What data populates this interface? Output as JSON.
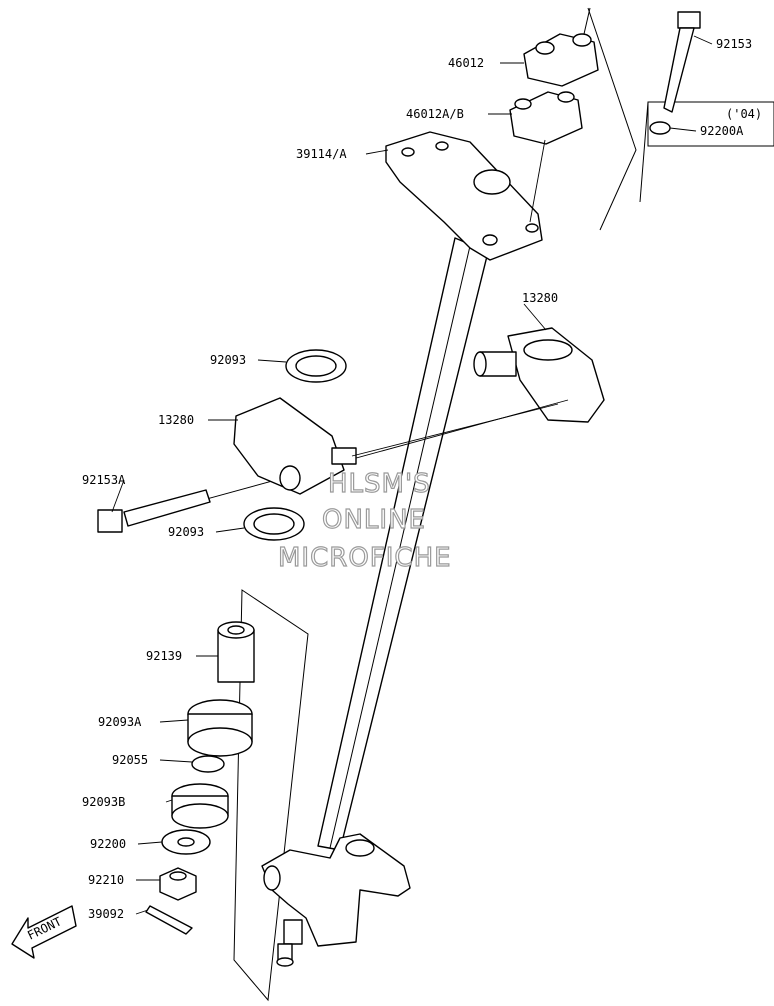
{
  "watermark": {
    "line1": "HLSM'S",
    "line2": "ONLINE",
    "line3": "MICROFICHE"
  },
  "front_badge": "FRONT",
  "year_note": "('04)",
  "parts": [
    {
      "id": "46012",
      "label": "46012"
    },
    {
      "id": "46012ab",
      "label": "46012A/B"
    },
    {
      "id": "39114a",
      "label": "39114/A"
    },
    {
      "id": "92153",
      "label": "92153"
    },
    {
      "id": "92200a",
      "label": "92200A"
    },
    {
      "id": "13280-right",
      "label": "13280"
    },
    {
      "id": "92093-top",
      "label": "92093"
    },
    {
      "id": "13280-left",
      "label": "13280"
    },
    {
      "id": "92153a",
      "label": "92153A"
    },
    {
      "id": "92093-bottom",
      "label": "92093"
    },
    {
      "id": "92139",
      "label": "92139"
    },
    {
      "id": "92093a",
      "label": "92093A"
    },
    {
      "id": "92055",
      "label": "92055"
    },
    {
      "id": "92093b",
      "label": "92093B"
    },
    {
      "id": "92200",
      "label": "92200"
    },
    {
      "id": "92210",
      "label": "92210"
    },
    {
      "id": "39092",
      "label": "39092"
    }
  ]
}
